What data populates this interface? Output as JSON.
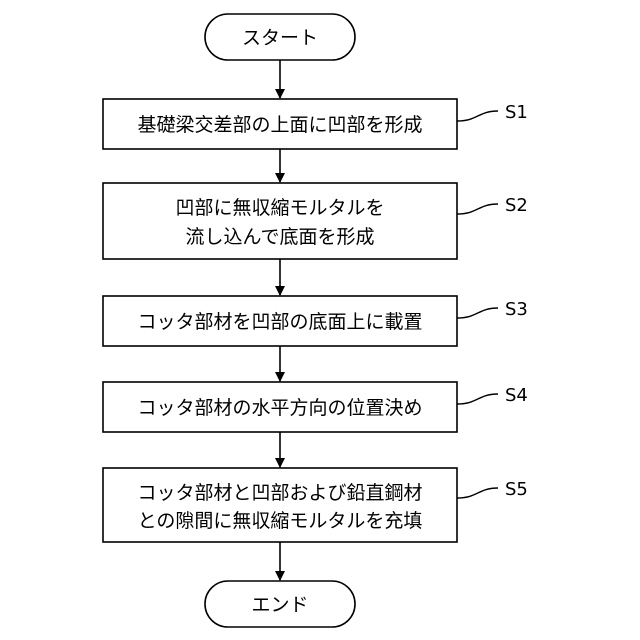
{
  "flowchart": {
    "start": "スタート",
    "end": "エンド",
    "steps": [
      {
        "id": "S1",
        "lines": [
          "基礎梁交差部の上面に凹部を形成"
        ]
      },
      {
        "id": "S2",
        "lines": [
          "凹部に無収縮モルタルを",
          "流し込んで底面を形成"
        ]
      },
      {
        "id": "S3",
        "lines": [
          "コッタ部材を凹部の底面上に載置"
        ]
      },
      {
        "id": "S4",
        "lines": [
          "コッタ部材の水平方向の位置決め"
        ]
      },
      {
        "id": "S5",
        "lines": [
          "コッタ部材と凹部および鉛直鋼材",
          "との隙間に無収縮モルタルを充填"
        ]
      }
    ]
  }
}
